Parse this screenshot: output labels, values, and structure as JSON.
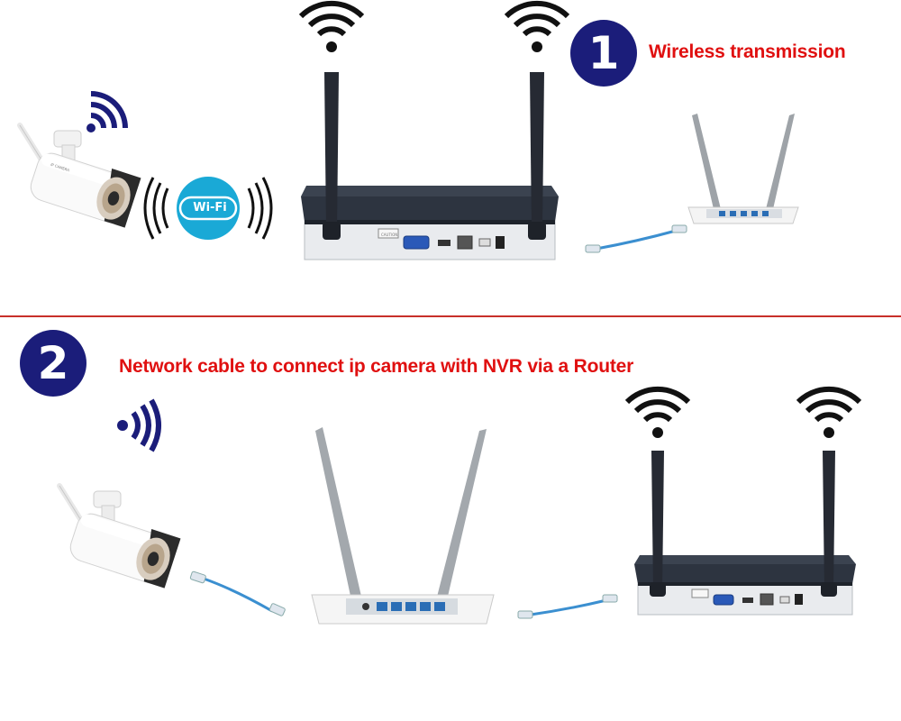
{
  "colors": {
    "accent_navy": "#1b1d7a",
    "headline_red": "#e01010",
    "divider": "#c8302a",
    "wifi_cyan": "#1aa9d6",
    "cable_blue": "#3b8fd0"
  },
  "section1": {
    "number": "1",
    "title": "Wireless transmission",
    "wifi_badge": "Wi-Fi"
  },
  "section2": {
    "number": "2",
    "title": "Network cable to connect ip camera with NVR via a Router"
  },
  "nvr": {
    "caution_label": "CAUTION"
  },
  "icons": [
    "wifi-signal-icon",
    "signal-waves-icon",
    "camera-icon",
    "router-icon",
    "nvr-icon",
    "ethernet-cable-icon"
  ]
}
